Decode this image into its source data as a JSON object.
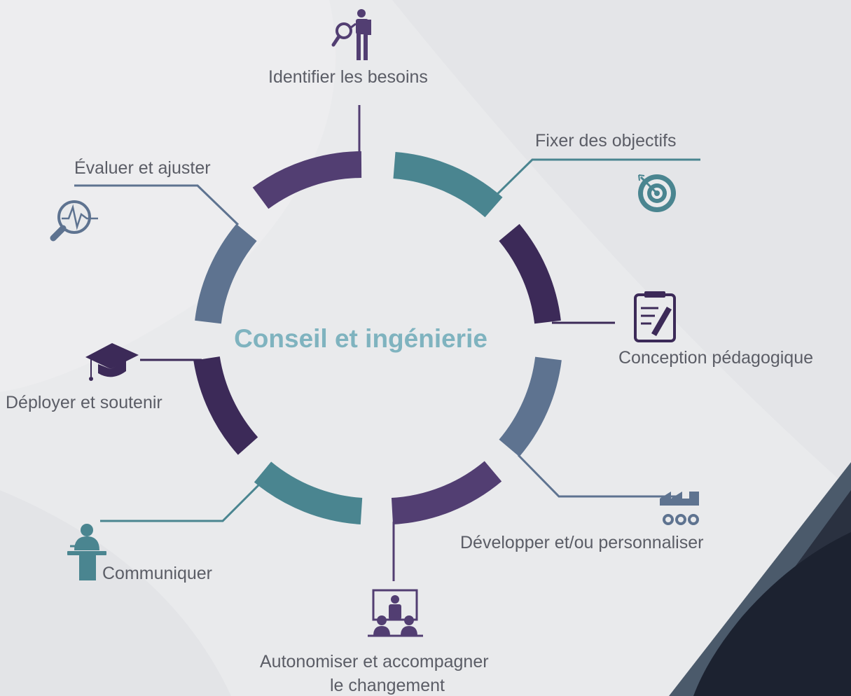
{
  "diagram": {
    "center_title": "Conseil et ingénierie",
    "steps": [
      {
        "label": "Identifier les besoins",
        "icon": "businessman-magnifier-icon",
        "color": "#523e72"
      },
      {
        "label": "Fixer des objectifs",
        "icon": "target-arrow-icon",
        "color": "#4a8590"
      },
      {
        "label": "Conception pédagogique",
        "icon": "document-pen-icon",
        "color": "#3c2a58"
      },
      {
        "label": "Développer et/ou personnaliser",
        "icon": "factory-gears-icon",
        "color": "#5e7390"
      },
      {
        "label_line1": "Autonomiser et accompagner",
        "label_line2": "le changement",
        "icon": "presentation-audience-icon",
        "color": "#523e72"
      },
      {
        "label": "Communiquer",
        "icon": "speaker-podium-icon",
        "color": "#4a8590"
      },
      {
        "label": "Déployer et soutenir",
        "icon": "graduation-cap-icon",
        "color": "#3c2a58"
      },
      {
        "label": "Évaluer et ajuster",
        "icon": "analytics-magnifier-icon",
        "color": "#5e7390"
      }
    ],
    "colors": {
      "background": "#e9eaec",
      "text": "#5b5d66",
      "center_text": "#7fb3bf",
      "purple": "#523e72",
      "teal": "#4a8590",
      "dark_purple": "#3c2a58",
      "slate": "#5e7390"
    }
  }
}
